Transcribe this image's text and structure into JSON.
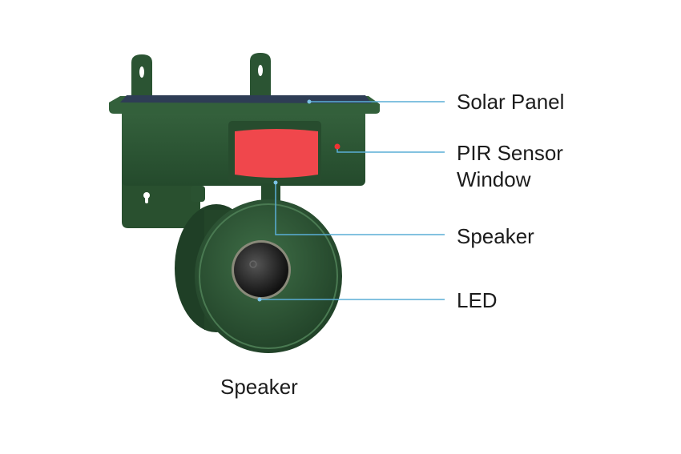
{
  "labels": {
    "solar_panel": "Solar Panel",
    "pir_line1": "PIR Sensor",
    "pir_line2": "Window",
    "speaker_right": "Speaker",
    "led": "LED",
    "speaker_bottom": "Speaker"
  },
  "colors": {
    "body_green": "#2f5a36",
    "pir_red": "#f0474c",
    "leader_line": "#5aaed6",
    "panel_blue": "#2e3d55"
  }
}
